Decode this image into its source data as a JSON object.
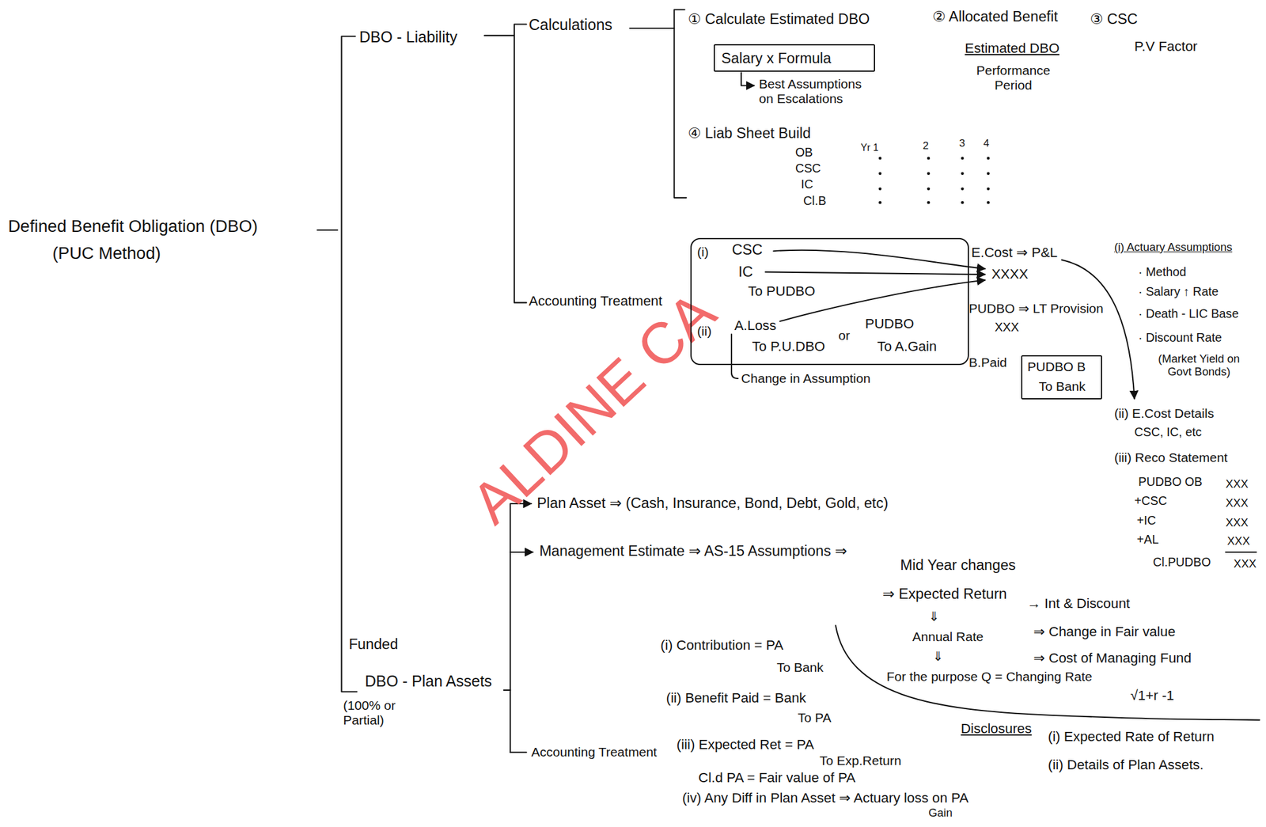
{
  "diagram": {
    "nodes": [
      {
        "text": [
          "Salary x Formula"
        ]
      },
      {
        "text": [
          "(i)",
          "CSC",
          "IC",
          "To PUDBO",
          "(ii)",
          "A.Loss",
          "To P.U.DBO",
          "or",
          "PUDBO",
          "To A.Gain"
        ]
      },
      {
        "text": [
          "PUDBO B",
          "To Bank"
        ]
      }
    ],
    "labels": [
      "Defined Benefit Obligation (DBO)",
      "(PUC Method)",
      "DBO - Liability",
      "Calculations",
      "① Calculate Estimated DBO",
      "② Allocated Benefit",
      "③ CSC",
      "Best Assumptions on Escalations",
      "Estimated DBO",
      "Performance Period",
      "P.V Factor",
      "④ Liab Sheet Build",
      "Yr 1",
      "2",
      "3",
      "4",
      "OB",
      "CSC",
      "IC",
      "Cl.B",
      "Accounting Treatment",
      "Change in Assumption",
      "E.Cost ⇒ P&L",
      "XXXX",
      "PUDBO ⇒ LT Provision",
      "XXX",
      "B.Paid",
      "(i) Actuary Assumptions",
      "· Method",
      "· Salary ↑ Rate",
      "· Death - LIC Base",
      "· Discount Rate",
      "(Market Yield on Govt Bonds)",
      "(ii) E.Cost Details",
      "CSC, IC, etc",
      "(iii) Reco Statement",
      "PUDBO OB",
      "XXX",
      "+CSC",
      "XXX",
      "+IC",
      "XXX",
      "+AL",
      "XXX",
      "Cl.PUDBO",
      "XXX",
      "ALDINE CA",
      "Plan Asset ⇒ (Cash, Insurance, Bond, Debt, Gold, etc)",
      "Management Estimate ⇒ AS-15 Assumptions ⇒",
      "Mid Year changes",
      "⇒ Expected Return",
      "→ Int & Discount",
      "⇓",
      "Annual Rate",
      "⇓",
      "⇒ Change in Fair value",
      "⇒ Cost of Managing Fund",
      "For the purpose Q = Changing Rate",
      "√1+r -1",
      "(i) Contribution = PA",
      "To Bank",
      "(ii) Benefit Paid = Bank",
      "To PA",
      "(iii) Expected Ret = PA",
      "To Exp.Return",
      "Cl.d PA = Fair value of PA",
      "(iv) Any Diff in Plan Asset ⇒ Actuary loss on PA",
      "Gain",
      "Disclosures",
      "(i) Expected Rate of Return",
      "(ii) Details of Plan Assets.",
      "Funded",
      "DBO - Plan Assets",
      "(100% or Partial)",
      "Accounting Treatment"
    ]
  }
}
